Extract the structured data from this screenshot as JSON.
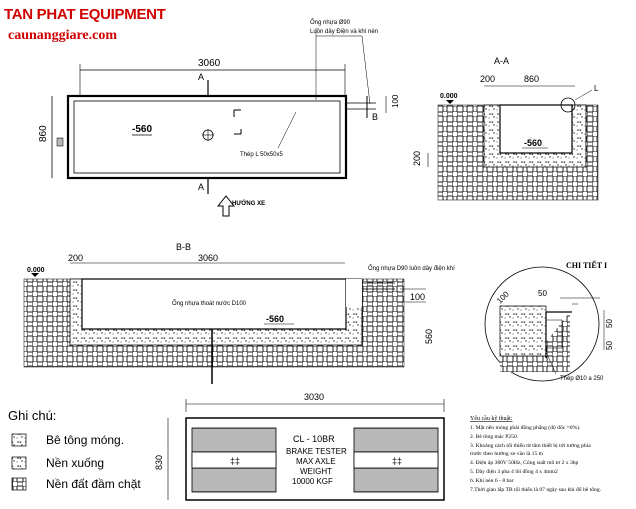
{
  "brand": {
    "name": "TAN PHAT EQUIPMENT",
    "website": "caunanggiare.com"
  },
  "plan": {
    "width": "3060",
    "height": "860",
    "level": "-560",
    "section_mark": "A",
    "section_mark_b": "B",
    "pipe_dim": "100",
    "pipe_note": "Ống nhựa Ø90\nLuồn dây Điện và khí nén",
    "angle_note": "Thép L 50x50x5",
    "direction": "HƯỚNG XE"
  },
  "section_aa": {
    "title": "A-A",
    "dim_wall": "200",
    "dim_width": "860",
    "level_top": "0.000",
    "level_bottom": "-560",
    "depth": "200",
    "callout": "L"
  },
  "section_bb": {
    "title": "B-B",
    "dim_wall": "200",
    "dim_length": "3060",
    "level_top": "0.000",
    "level_bottom": "-560",
    "drain_note": "Ống nhựa thoát nước D100",
    "pipe_note": "Ống nhựa D90 luồn dây điện khí",
    "dim_100": "100",
    "dim_560": "560"
  },
  "detail": {
    "title": "CHI TIẾT I",
    "dim_100": "100",
    "dim_50_a": "50",
    "dim_50_b": "50",
    "dim_50_c": "50",
    "steel_note": "Thép Ø10 a 250"
  },
  "legend": {
    "title": "Ghi chú:",
    "items": [
      "Bê tông móng.",
      "Nền xuống",
      "Nền đất đầm chặt"
    ]
  },
  "machine": {
    "dim_length": "3030",
    "dim_width": "830",
    "model": "CL - 10BR",
    "line2": "BRAKE TESTER",
    "line3": "MAX AXLE",
    "line4": "WEIGHT",
    "line5": "10000 KGF"
  },
  "requirements": {
    "title": "Yêu cầu kỹ thuật:",
    "lines": [
      "1. Mặt nền móng phải đồng phẳng (độ dốc =0%).",
      "2. Bê tông mác P250.",
      "3. Khoảng cách tối thiểu từ tâm thiết bị tới tường phía",
      "trước theo hướng xe vào là 15 m",
      "4. Điện áp 380V 50Hz, Công suất mô tơ 2 x 3hp",
      "5. Dây điện 3 pha 4 lõi đồng 4 x 4mm2",
      "6. Khí nén 6 - 8 bar",
      "7.Thời gian lắp TB tối thiểu là 07 ngày sau khi đổ bê tông."
    ]
  }
}
